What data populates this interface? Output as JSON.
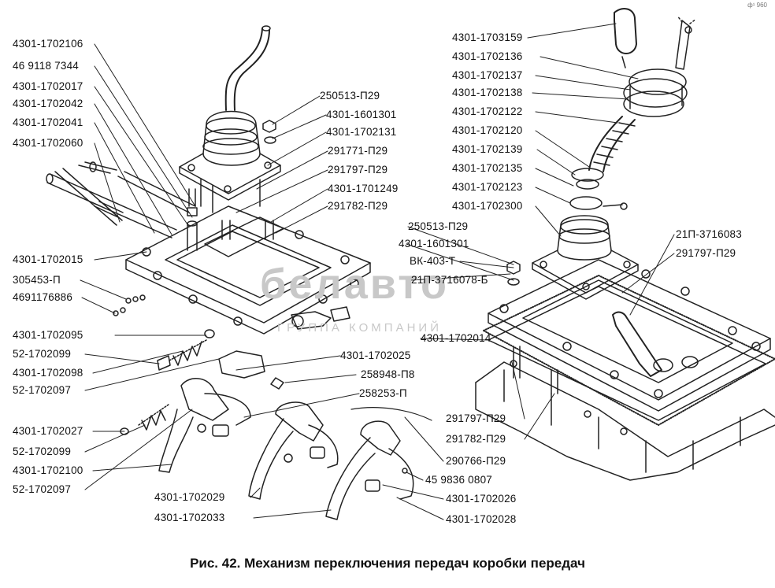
{
  "caption": "Рис. 42. Механизм переключения передач коробки передач",
  "watermark": {
    "brand": "белавто",
    "sub": "ГРУППА КОМПАНИЙ"
  },
  "corner_mark": "ф¹ 960",
  "labels_left": [
    "4301-1702106",
    "46 9118 7344",
    "4301-1702017",
    "4301-1702042",
    "4301-1702041",
    "4301-1702060",
    "4301-1702015",
    "305453-П",
    "4691176886",
    "4301-1702095",
    "52-1702099",
    "4301-1702098",
    "52-1702097",
    "4301-1702027",
    "52-1702099",
    "4301-1702100",
    "52-1702097"
  ],
  "labels_center": [
    "250513-П29",
    "4301-1601301",
    "4301-1702131",
    "291771-П29",
    "291797-П29",
    "4301-1701249",
    "291782-П29",
    "250513-П29",
    "4301-1601301",
    "ВК-403-Т",
    "21П-3716078-Б",
    "4301-1702014",
    "4301-1702025",
    "258948-П8",
    "258253-П"
  ],
  "labels_right_top": [
    "4301-1703159",
    "4301-1702136",
    "4301-1702137",
    "4301-1702138",
    "4301-1702122",
    "4301-1702120",
    "4301-1702139",
    "4301-1702135",
    "4301-1702123",
    "4301-1702300"
  ],
  "labels_right": [
    "21П-3716083",
    "291797-П29"
  ],
  "labels_bottom": [
    "291797-П29",
    "291782-П29",
    "290766-П29",
    "45 9836 0807",
    "4301-1702026",
    "4301-1702028",
    "4301-1702029",
    "4301-1702033"
  ]
}
